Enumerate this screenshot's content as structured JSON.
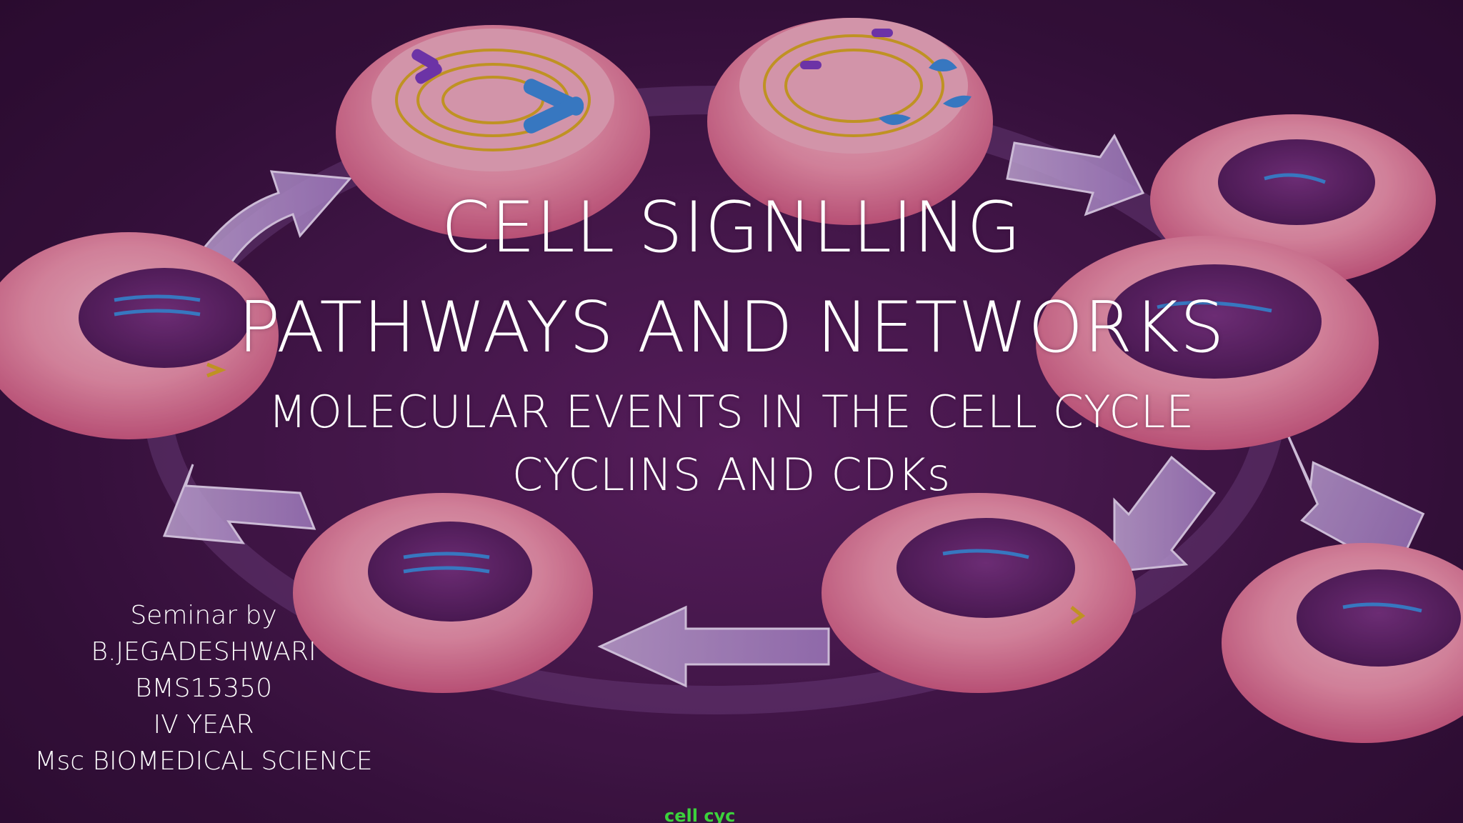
{
  "slide": {
    "title_line_1": "CELL SIGNLLING",
    "title_line_2": "PATHWAYS AND NETWORKS",
    "subtitle_line_1": "MOLECULAR EVENTS IN THE CELL CYCLE",
    "subtitle_line_2": "CYCLINS AND CDKs",
    "presenter": {
      "line_1": "Seminar by",
      "line_2": "B.JEGADESHWARI",
      "line_3": "BMS15350",
      "line_4": "IV YEAR",
      "line_5": "Msc BIOMEDICAL SCIENCE"
    },
    "caption_fragment": "cell cyc"
  },
  "colors": {
    "background": "#4a1a50",
    "cell_body": "#f08aa5",
    "cell_nucleus": "#5a2463",
    "spindle": "#e0b020",
    "chromosome_blue": "#3a8fe0",
    "chromosome_purple": "#7a3cc0",
    "arrow": "#c9a8e8",
    "text": "#ffffff",
    "caption": "#3cd23c"
  },
  "icons": [
    "cell-cycle-illustration",
    "cycle-arrow-icon",
    "cell-icon"
  ]
}
